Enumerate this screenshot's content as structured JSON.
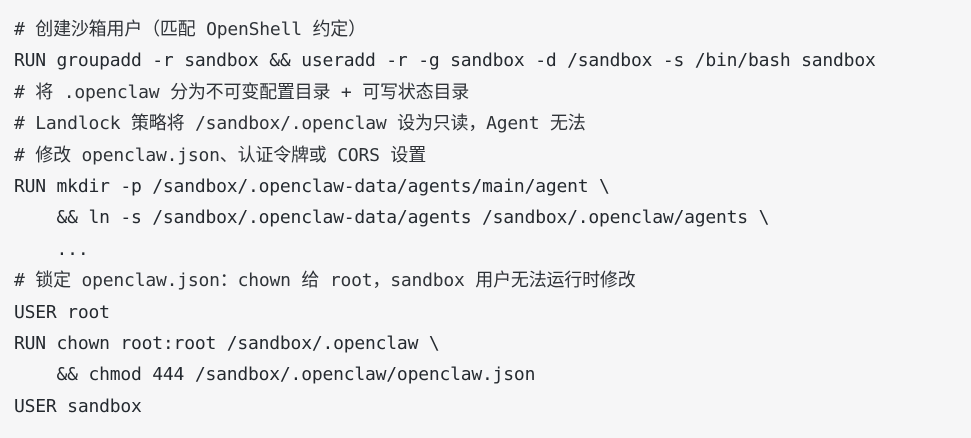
{
  "code": {
    "lines": [
      {
        "text": "# 创建沙箱用户（匹配 OpenShell 约定）",
        "kind": "comment"
      },
      {
        "text": "RUN groupadd -r sandbox && useradd -r -g sandbox -d /sandbox -s /bin/bash sandbox",
        "kind": "command"
      },
      {
        "text": "# 将 .openclaw 分为不可变配置目录 + 可写状态目录",
        "kind": "comment"
      },
      {
        "text": "# Landlock 策略将 /sandbox/.openclaw 设为只读，Agent 无法",
        "kind": "comment"
      },
      {
        "text": "# 修改 openclaw.json、认证令牌或 CORS 设置",
        "kind": "comment"
      },
      {
        "text": "RUN mkdir -p /sandbox/.openclaw-data/agents/main/agent \\",
        "kind": "command"
      },
      {
        "text": "    && ln -s /sandbox/.openclaw-data/agents /sandbox/.openclaw/agents \\",
        "kind": "command"
      },
      {
        "text": "    ...",
        "kind": "command"
      },
      {
        "text": "# 锁定 openclaw.json：chown 给 root，sandbox 用户无法运行时修改",
        "kind": "comment"
      },
      {
        "text": "USER root",
        "kind": "command"
      },
      {
        "text": "RUN chown root:root /sandbox/.openclaw \\",
        "kind": "command"
      },
      {
        "text": "    && chmod 444 /sandbox/.openclaw/openclaw.json",
        "kind": "command"
      },
      {
        "text": "USER sandbox",
        "kind": "command"
      }
    ]
  }
}
